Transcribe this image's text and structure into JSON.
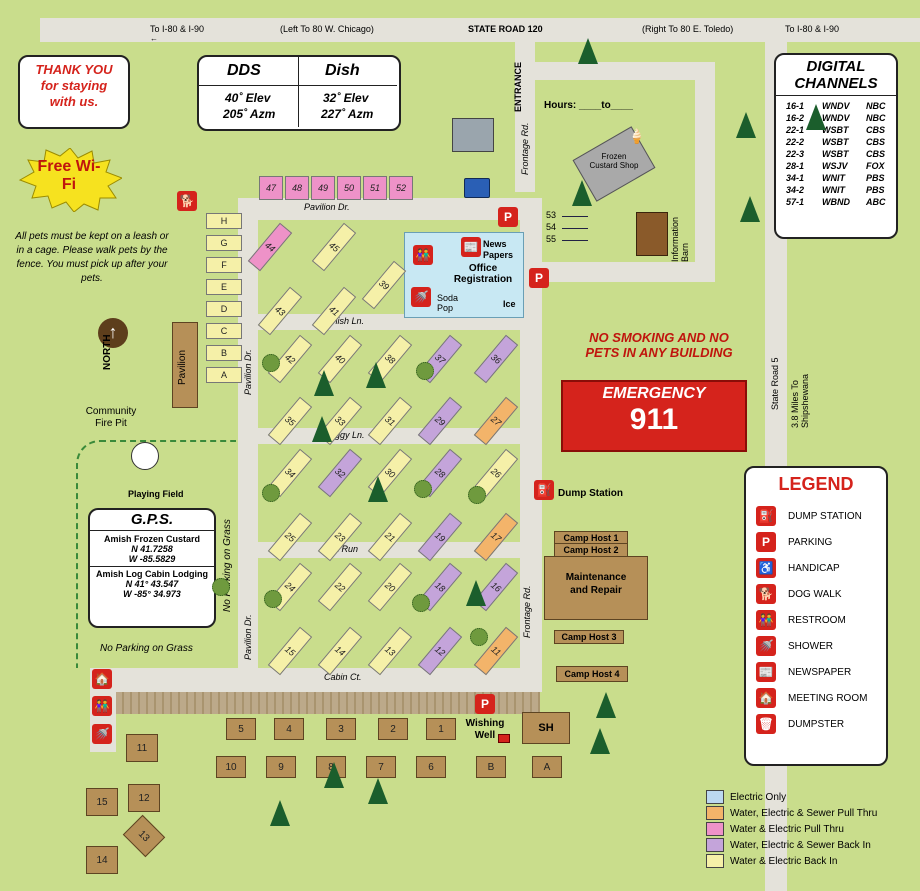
{
  "top_road": {
    "left_i80": "To I-80 & I-90",
    "left_chicago": "(Left To 80 W. Chicago)",
    "state_road": "STATE ROAD 120",
    "right_toledo": "(Right To 80 E. Toledo)",
    "right_i80": "To I-80 & I-90"
  },
  "thank_you": "THANK YOU for staying with us.",
  "satellite": {
    "dds_title": "DDS",
    "dds_elev": "40˚ Elev",
    "dds_azm": "205˚ Azm",
    "dish_title": "Dish",
    "dish_elev": "32˚ Elev",
    "dish_azm": "227˚ Azm"
  },
  "digital_channels": {
    "title": "DIGITAL CHANNELS",
    "rows": [
      [
        "16-1",
        "WNDV",
        "NBC"
      ],
      [
        "16-2",
        "WNDV",
        "NBC"
      ],
      [
        "22-1",
        "WSBT",
        "CBS"
      ],
      [
        "22-2",
        "WSBT",
        "CBS"
      ],
      [
        "22-3",
        "WSBT",
        "CBS"
      ],
      [
        "28-1",
        "WSJV",
        "FOX"
      ],
      [
        "34-1",
        "WNIT",
        "PBS"
      ],
      [
        "34-2",
        "WNIT",
        "PBS"
      ],
      [
        "57-1",
        "WBND",
        "ABC"
      ]
    ]
  },
  "wifi": "Free Wi-Fi",
  "pet_rules": "All pets must be kept on a leash or in a cage. Please walk pets by the fence. You must pick up after your pets.",
  "north": "NORTH",
  "fire_pit": "Community Fire Pit",
  "playing_field": "Playing Field",
  "gps": {
    "title": "G.P.S.",
    "place1": "Amish Frozen Custard",
    "p1_n": "N 41.7258",
    "p1_w": "W -85.5829",
    "place2": "Amish Log Cabin Lodging",
    "p2_n": "N 41° 43.547",
    "p2_w": "W -85° 34.973"
  },
  "no_parking_grass": "No Parking on Grass",
  "no_parking_grass_v": "No Parking on Grass",
  "pavilion": "Pavilion",
  "streets": {
    "pavilion_dr": "Pavilion Dr.",
    "pavilion_dr_v": "Pavilion Dr.",
    "amish_ln": "Amish Ln.",
    "buggy_ln": "Buggy Ln.",
    "fox_run": "Fox Run",
    "cabin_ct": "Cabin Ct.",
    "frontage_top": "Frontage Rd.",
    "frontage_bot": "Frontage Rd.",
    "entrance": "ENTRANCE",
    "state_road5": "State Road 5",
    "shipshewana": "3.8 Miles To Shipshewana"
  },
  "hours": "Hours: ____to____",
  "custard_shop": "Frozen Custard Shop",
  "info_barn": "Information Barn",
  "office": {
    "news": "News Papers",
    "registration": "Office Registration",
    "soda": "Soda Pop",
    "ice": "Ice"
  },
  "site_nums_53": [
    "53",
    "54",
    "55"
  ],
  "warning": "NO SMOKING AND NO PETS IN ANY BUILDING",
  "emergency": {
    "label": "EMERGENCY",
    "number": "911"
  },
  "dump_station": "Dump Station",
  "camp_hosts": [
    "Camp Host 1",
    "Camp Host 2",
    "Camp Host 3",
    "Camp Host 4"
  ],
  "maintenance": "Maintenance and Repair",
  "wishing_well": "Wishing Well",
  "sh": "SH",
  "letters": [
    "H",
    "G",
    "F",
    "E",
    "D",
    "C",
    "B",
    "A"
  ],
  "top_sites": [
    "47",
    "48",
    "49",
    "50",
    "51",
    "52"
  ],
  "cabins_row1": [
    "5",
    "4",
    "3",
    "2",
    "1"
  ],
  "cabins_row2": [
    "10",
    "9",
    "8",
    "7",
    "6",
    "B",
    "A"
  ],
  "cabins_left": [
    "11",
    "12",
    "15",
    "13",
    "14"
  ],
  "rv_sites": [
    "44",
    "45",
    "43",
    "41",
    "39",
    "42",
    "40",
    "38",
    "37",
    "36",
    "35",
    "33",
    "31",
    "29",
    "27",
    "34",
    "32",
    "30",
    "28",
    "26",
    "25",
    "23",
    "21",
    "19",
    "17",
    "24",
    "22",
    "20",
    "18",
    "16",
    "15",
    "14",
    "13",
    "12",
    "11"
  ],
  "legend": {
    "title": "LEGEND",
    "items": [
      {
        "icon": "dump-station-icon",
        "label": "DUMP STATION",
        "glyph": "⛽"
      },
      {
        "icon": "parking-icon",
        "label": "PARKING",
        "glyph": "P"
      },
      {
        "icon": "handicap-icon",
        "label": "HANDICAP",
        "glyph": "♿"
      },
      {
        "icon": "dog-walk-icon",
        "label": "DOG WALK",
        "glyph": "🐕"
      },
      {
        "icon": "restroom-icon",
        "label": "RESTROOM",
        "glyph": "👫"
      },
      {
        "icon": "shower-icon",
        "label": "SHOWER",
        "glyph": "🚿"
      },
      {
        "icon": "newspaper-icon",
        "label": "NEWSPAPER",
        "glyph": "📰"
      },
      {
        "icon": "meeting-room-icon",
        "label": "MEETING ROOM",
        "glyph": "🏠"
      },
      {
        "icon": "dumpster-icon",
        "label": "DUMPSTER",
        "glyph": "🗑"
      }
    ]
  },
  "site_key": [
    {
      "label": "Electric Only",
      "color": "#bcd8f0"
    },
    {
      "label": "Water, Electric & Sewer Pull Thru",
      "color": "#f3b46a"
    },
    {
      "label": "Water & Electric Pull Thru",
      "color": "#ee92c8"
    },
    {
      "label": "Water, Electric & Sewer Back In",
      "color": "#c4a4da"
    },
    {
      "label": "Water & Electric Back In",
      "color": "#f5f0a8"
    }
  ],
  "colors": {
    "grass": "#c9dd8c",
    "road": "#e4e2da",
    "red": "#d5231c",
    "building": "#b69058"
  }
}
